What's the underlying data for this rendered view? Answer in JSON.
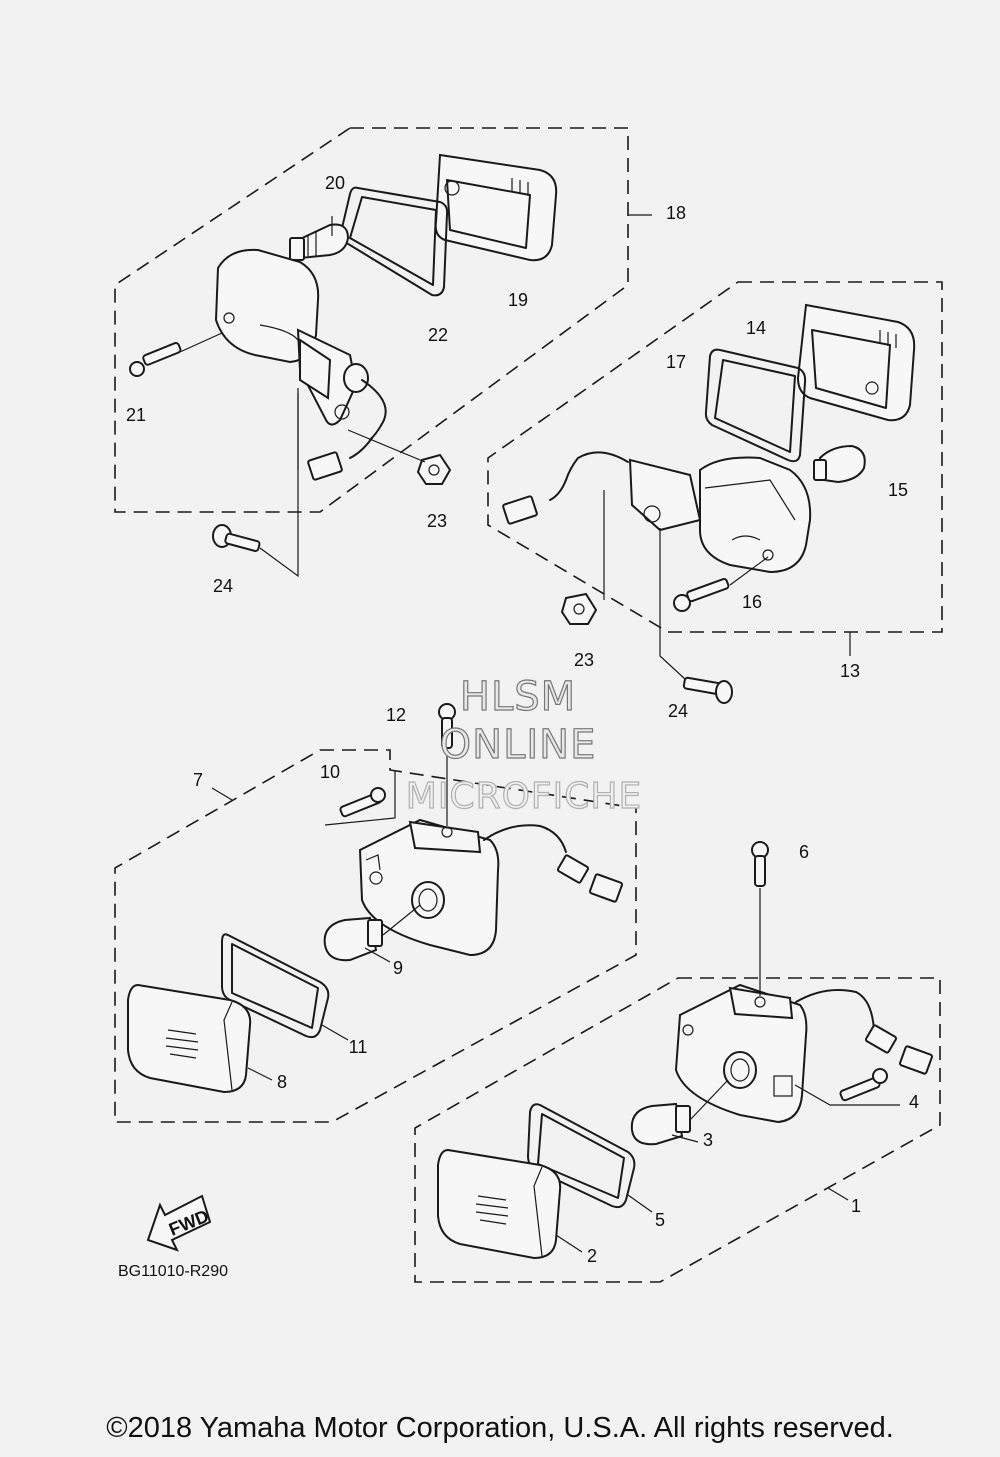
{
  "callouts": [
    {
      "id": "c1",
      "label": "1"
    },
    {
      "id": "c2",
      "label": "2"
    },
    {
      "id": "c3",
      "label": "3"
    },
    {
      "id": "c4",
      "label": "4"
    },
    {
      "id": "c5",
      "label": "5"
    },
    {
      "id": "c6",
      "label": "6"
    },
    {
      "id": "c7",
      "label": "7"
    },
    {
      "id": "c8",
      "label": "8"
    },
    {
      "id": "c9",
      "label": "9"
    },
    {
      "id": "c10",
      "label": "10"
    },
    {
      "id": "c11",
      "label": "11"
    },
    {
      "id": "c12",
      "label": "12"
    },
    {
      "id": "c13",
      "label": "13"
    },
    {
      "id": "c14",
      "label": "14"
    },
    {
      "id": "c15",
      "label": "15"
    },
    {
      "id": "c16",
      "label": "16"
    },
    {
      "id": "c17",
      "label": "17"
    },
    {
      "id": "c18",
      "label": "18"
    },
    {
      "id": "c19",
      "label": "19"
    },
    {
      "id": "c20",
      "label": "20"
    },
    {
      "id": "c21",
      "label": "21"
    },
    {
      "id": "c22",
      "label": "22"
    },
    {
      "id": "c23a",
      "label": "23"
    },
    {
      "id": "c23b",
      "label": "23"
    },
    {
      "id": "c24a",
      "label": "24"
    },
    {
      "id": "c24b",
      "label": "24"
    }
  ],
  "fwd_label": "FWD",
  "diagram_code": "BG11010-R290",
  "watermark": [
    "HLSM",
    "ONLINE",
    "MICROFICHE"
  ],
  "copyright": "©2018 Yamaha Motor Corporation, U.S.A. All rights reserved."
}
